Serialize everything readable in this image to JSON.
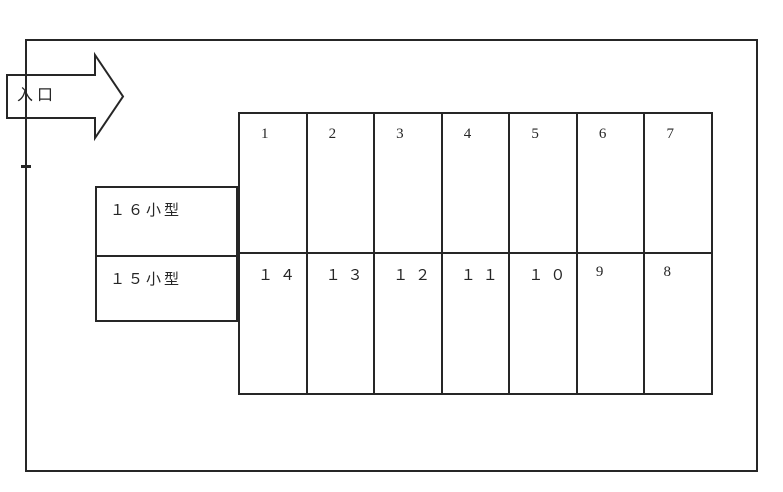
{
  "diagram": {
    "type": "parking-lot-layout",
    "entrance_label": "入口",
    "side_boxes": [
      {
        "label": "１６小型"
      },
      {
        "label": "１５小型"
      }
    ],
    "top_row": [
      "1",
      "2",
      "3",
      "4",
      "5",
      "6",
      "7"
    ],
    "bottom_row": [
      "１４",
      "１３",
      "１２",
      "１１",
      "１０",
      "9",
      "8"
    ],
    "colors": {
      "line": "#262626",
      "background": "#ffffff"
    }
  }
}
